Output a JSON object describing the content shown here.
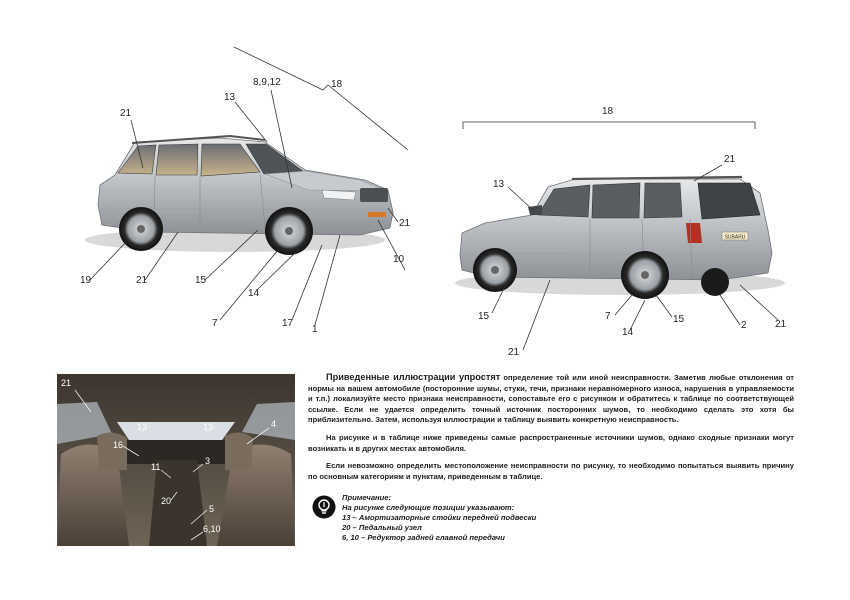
{
  "callouts_front": {
    "c18": "18",
    "c8912": "8,9,12",
    "c13": "13",
    "c21a": "21",
    "c21b": "21",
    "c21c": "21",
    "c19": "19",
    "c15": "15",
    "c7": "7",
    "c14": "14",
    "c17": "17",
    "c1": "1",
    "c10": "10"
  },
  "callouts_rear": {
    "c18": "18",
    "c21a": "21",
    "c13": "13",
    "c15a": "15",
    "c21b": "21",
    "c7": "7",
    "c14": "14",
    "c15b": "15",
    "c2": "2",
    "c21c": "21"
  },
  "callouts_interior": {
    "c21": "21",
    "c13a": "13",
    "c13b": "13",
    "c4": "4",
    "c16": "16",
    "c3": "3",
    "c11": "11",
    "c20": "20",
    "c5": "5",
    "c610": "6,10"
  },
  "text": {
    "p1_lead": "Приведенные иллюстрации упростят",
    "p1_rest": " определение той или иной неисправности. Заметив любые отклонения от нормы на вашем автомобиле (посторонние шумы, стуки, течи, признаки неравномерного износа, нарушения в управляемости и т.п.) локализуйте место признака неисправности, сопоставьте его с рисунком и обратитесь к таблице по соответствующей ссылке. Если не удается определить точный источник посторонних шумов, то необходимо сделать это хотя бы приблизительно. Затем, используя иллюстрации и таблицу выявить конкретную неисправность.",
    "p2": "На рисунке и в таблице ниже приведены самые распространенные источники шумов, однако сходные признаки могут возникать и в других местах автомобиля.",
    "p3": "Если невозможно определить местоположение неисправности по рисунку, то необходимо попытаться выявить причину по основным категориям и пунктам, приведенным в таблице."
  },
  "note": {
    "title": "Примечание:",
    "intro": "На рисунке следующие позиции указывают:",
    "item1": "13 – Амортизаторные стойки передней подвески",
    "item2": "20 – Педальный узел",
    "item3": "6, 10 – Редуктор задней главной передачи"
  },
  "rear_plate": "SUBARU"
}
